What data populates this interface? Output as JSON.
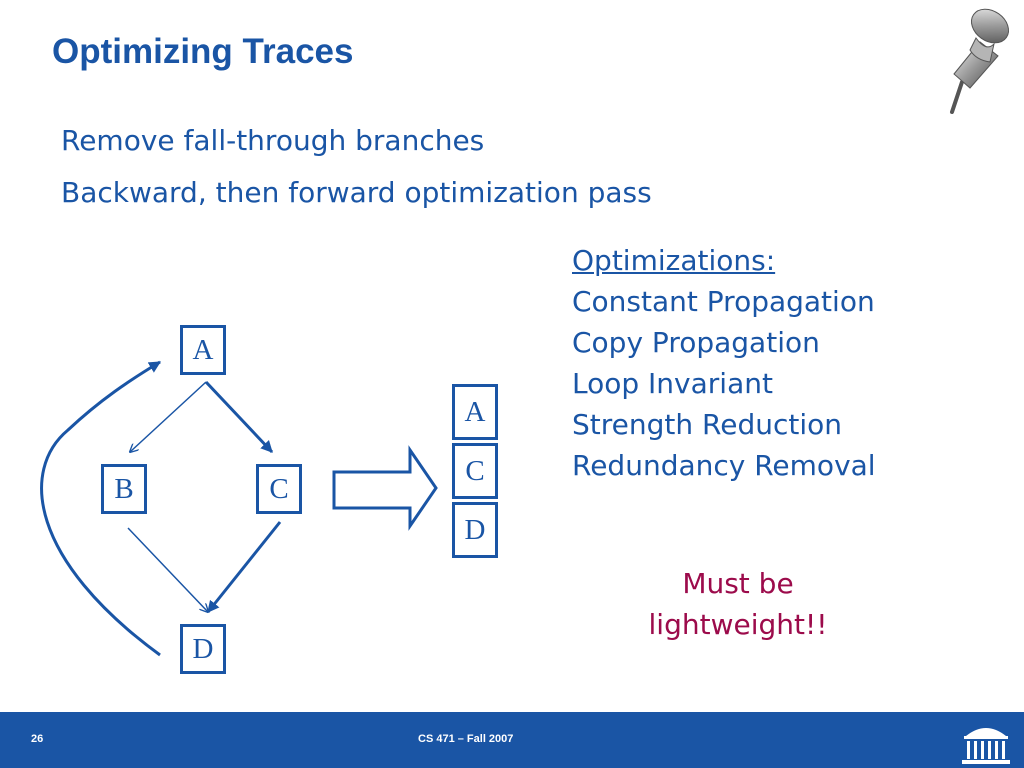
{
  "slide": {
    "title": "Optimizing Traces",
    "bullets": [
      "Remove fall-through branches",
      "Backward, then forward optimization pass"
    ]
  },
  "optimizations": {
    "heading": "Optimizations:",
    "items": [
      "Constant Propagation",
      "Copy Propagation",
      "Loop Invariant",
      "Strength Reduction",
      "Redundancy Removal"
    ]
  },
  "note": {
    "line1": "Must be",
    "line2": "lightweight!!"
  },
  "cfg": {
    "nodes": [
      "A",
      "B",
      "C",
      "D"
    ]
  },
  "trace": {
    "nodes": [
      "A",
      "C",
      "D"
    ]
  },
  "footer": {
    "slide_number": "26",
    "course": "CS 471 – Fall 2007"
  },
  "colors": {
    "primary": "#1a55a5",
    "accent": "#9c0b4b"
  }
}
